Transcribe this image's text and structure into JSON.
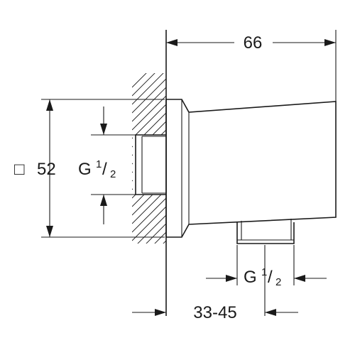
{
  "dimensions": {
    "overall_width": "66",
    "square_symbol": "□",
    "square_size": "52",
    "thread_left_letter": "G",
    "thread_left_numerator": "1",
    "thread_left_slash": "/",
    "thread_left_denominator": "2",
    "thread_bottom_letter": "G",
    "thread_bottom_numerator": "1",
    "thread_bottom_slash": "/",
    "thread_bottom_denominator": "2",
    "wall_depth_range": "33-45"
  }
}
